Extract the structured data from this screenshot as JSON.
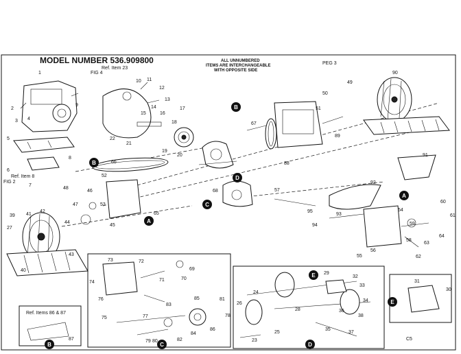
{
  "header": {
    "model_number": "MODEL NUMBER 536.909800",
    "interchange_note_1": "ALL UNNUMBERED",
    "interchange_note_2": "ITEMS ARE INTERCHANGEABLE",
    "interchange_note_3": "WITH OPPOSITE SIDE",
    "page_ref": "PEG 3",
    "ref_item_23": "Ref. Item 23",
    "ref_fig_4": "FIG 4",
    "ref_item_8": "Ref. Item 8",
    "ref_fig_2": "FIG 2",
    "ref_items_86_87": "Ref. Items 86 & 87",
    "page_code": "C5"
  },
  "badges": [
    "A",
    "B",
    "C",
    "D",
    "E"
  ],
  "labels": {
    "l1": "1",
    "l2": "2",
    "l3": "3",
    "l4": "4",
    "l5": "5",
    "l6": "6",
    "l7": "7",
    "l8": "8",
    "l9": "9",
    "l10": "10",
    "l11": "11",
    "l12": "12",
    "l13": "13",
    "l14": "14",
    "l15": "15",
    "l16": "16",
    "l17": "17",
    "l18": "18",
    "l19": "19",
    "l20": "20",
    "l21": "21",
    "l22": "22",
    "l27": "27",
    "l39": "39",
    "l40": "40",
    "l41": "41",
    "l42": "42",
    "l43": "43",
    "l44": "44",
    "l45": "45",
    "l46": "46",
    "l47": "47",
    "l48": "48",
    "l49": "49",
    "l50": "50",
    "l51": "51",
    "l52": "52",
    "l53": "53",
    "l54": "54",
    "l55": "55",
    "l56": "56",
    "l57": "57",
    "l58": "58",
    "l59": "59",
    "l60": "60",
    "l61": "61",
    "l62": "62",
    "l63": "63",
    "l64": "64",
    "l65": "65",
    "l66": "66",
    "l67": "67",
    "l68": "68",
    "l69": "69",
    "l70": "70",
    "l71": "71",
    "l72": "72",
    "l73": "73",
    "l74": "74",
    "l75": "75",
    "l76": "76",
    "l77": "77",
    "l78": "78",
    "l79": "79",
    "l80": "80",
    "l81": "81",
    "l82": "82",
    "l83": "83",
    "l84": "84",
    "l85": "85",
    "l86": "86",
    "l87": "87",
    "l88": "88",
    "l89": "89",
    "l90": "90",
    "l91": "91",
    "l92": "92",
    "l93": "93",
    "l94": "94",
    "l95": "95",
    "l23": "23",
    "l24": "24",
    "l25": "25",
    "l26": "26",
    "l28": "28",
    "l29": "29",
    "l30": "30",
    "l31": "31",
    "l32": "32",
    "l33": "33",
    "l34": "34",
    "l35": "35",
    "l36": "36",
    "l37": "37",
    "l38": "38"
  }
}
